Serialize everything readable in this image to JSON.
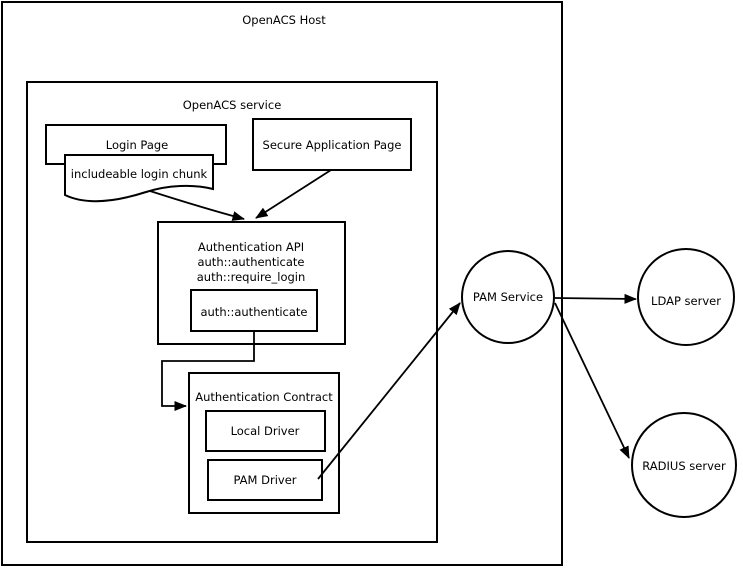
{
  "diagram": {
    "host_label": "OpenACS Host",
    "service_label": "OpenACS service",
    "login_page_label": "Login Page",
    "login_chunk_label": "includeable login chunk",
    "secure_page_label": "Secure Application Page",
    "auth_api": {
      "title": "Authentication API",
      "fn1": "auth::authenticate",
      "fn2": "auth::require_login",
      "inner_box_label": "auth::authenticate"
    },
    "auth_contract": {
      "title": "Authentication Contract",
      "local_driver_label": "Local Driver",
      "pam_driver_label": "PAM Driver"
    },
    "pam_service_label": "PAM Service",
    "ldap_server_label": "LDAP server",
    "radius_server_label": "RADIUS server"
  },
  "colors": {
    "stroke": "#000000",
    "fill": "#ffffff",
    "text": "#000000"
  }
}
